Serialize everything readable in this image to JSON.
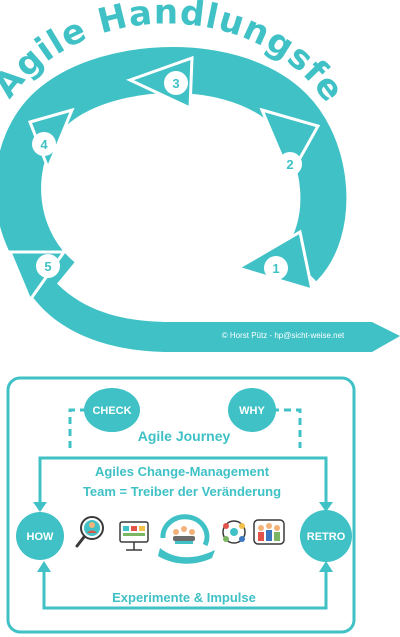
{
  "title": "Agile Handlungsfelder",
  "cycle": {
    "steps": [
      "1",
      "2",
      "3",
      "4",
      "5"
    ],
    "copyright": "© Horst Pütz - hp@sicht-weise.net"
  },
  "bottom": {
    "nodes": {
      "check": "CHECK",
      "why": "WHY",
      "how": "HOW",
      "retro": "RETRO"
    },
    "journey_label": "Agile Journey",
    "change_line1": "Agiles Change-Management",
    "change_line2": "Team = Treiber der Veränderung",
    "experiments_label": "Experimente & Impulse",
    "icons": [
      "search-person-icon",
      "dashboard-icon",
      "team-meeting-icon",
      "network-icon",
      "team-icon"
    ]
  },
  "colors": {
    "teal": "#3fc1c6",
    "teal_dark": "#2fb0b5",
    "white": "#ffffff"
  }
}
